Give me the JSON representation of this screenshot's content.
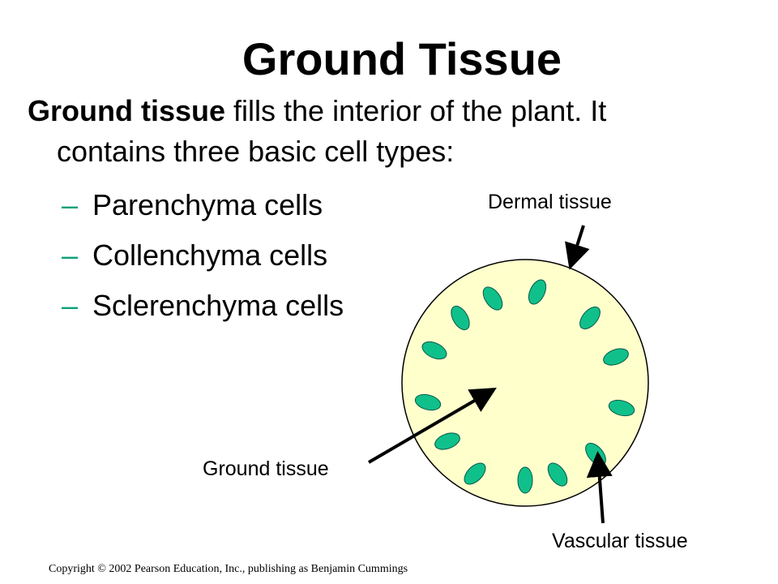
{
  "slide": {
    "title": "Ground Tissue",
    "intro_term": "Ground tissue",
    "intro_rest": " fills the interior of the plant. It",
    "intro_line2": "contains three basic cell types:",
    "bullet_marker": "–",
    "bullets": [
      "Parenchyma cells",
      "Collenchyma cells",
      "Sclerenchyma cells"
    ]
  },
  "diagram": {
    "labels": {
      "dermal": "Dermal tissue",
      "ground": "Ground tissue",
      "vascular": "Vascular tissue"
    },
    "colors": {
      "stem_fill": "#ffffcc",
      "stem_outline": "#000000",
      "vascular_fill": "#10c08a",
      "vascular_outline": "#07594a",
      "arrow": "#000000"
    }
  },
  "footer": {
    "copyright": "Copyright © 2002 Pearson Education, Inc., publishing as Benjamin Cummings"
  }
}
